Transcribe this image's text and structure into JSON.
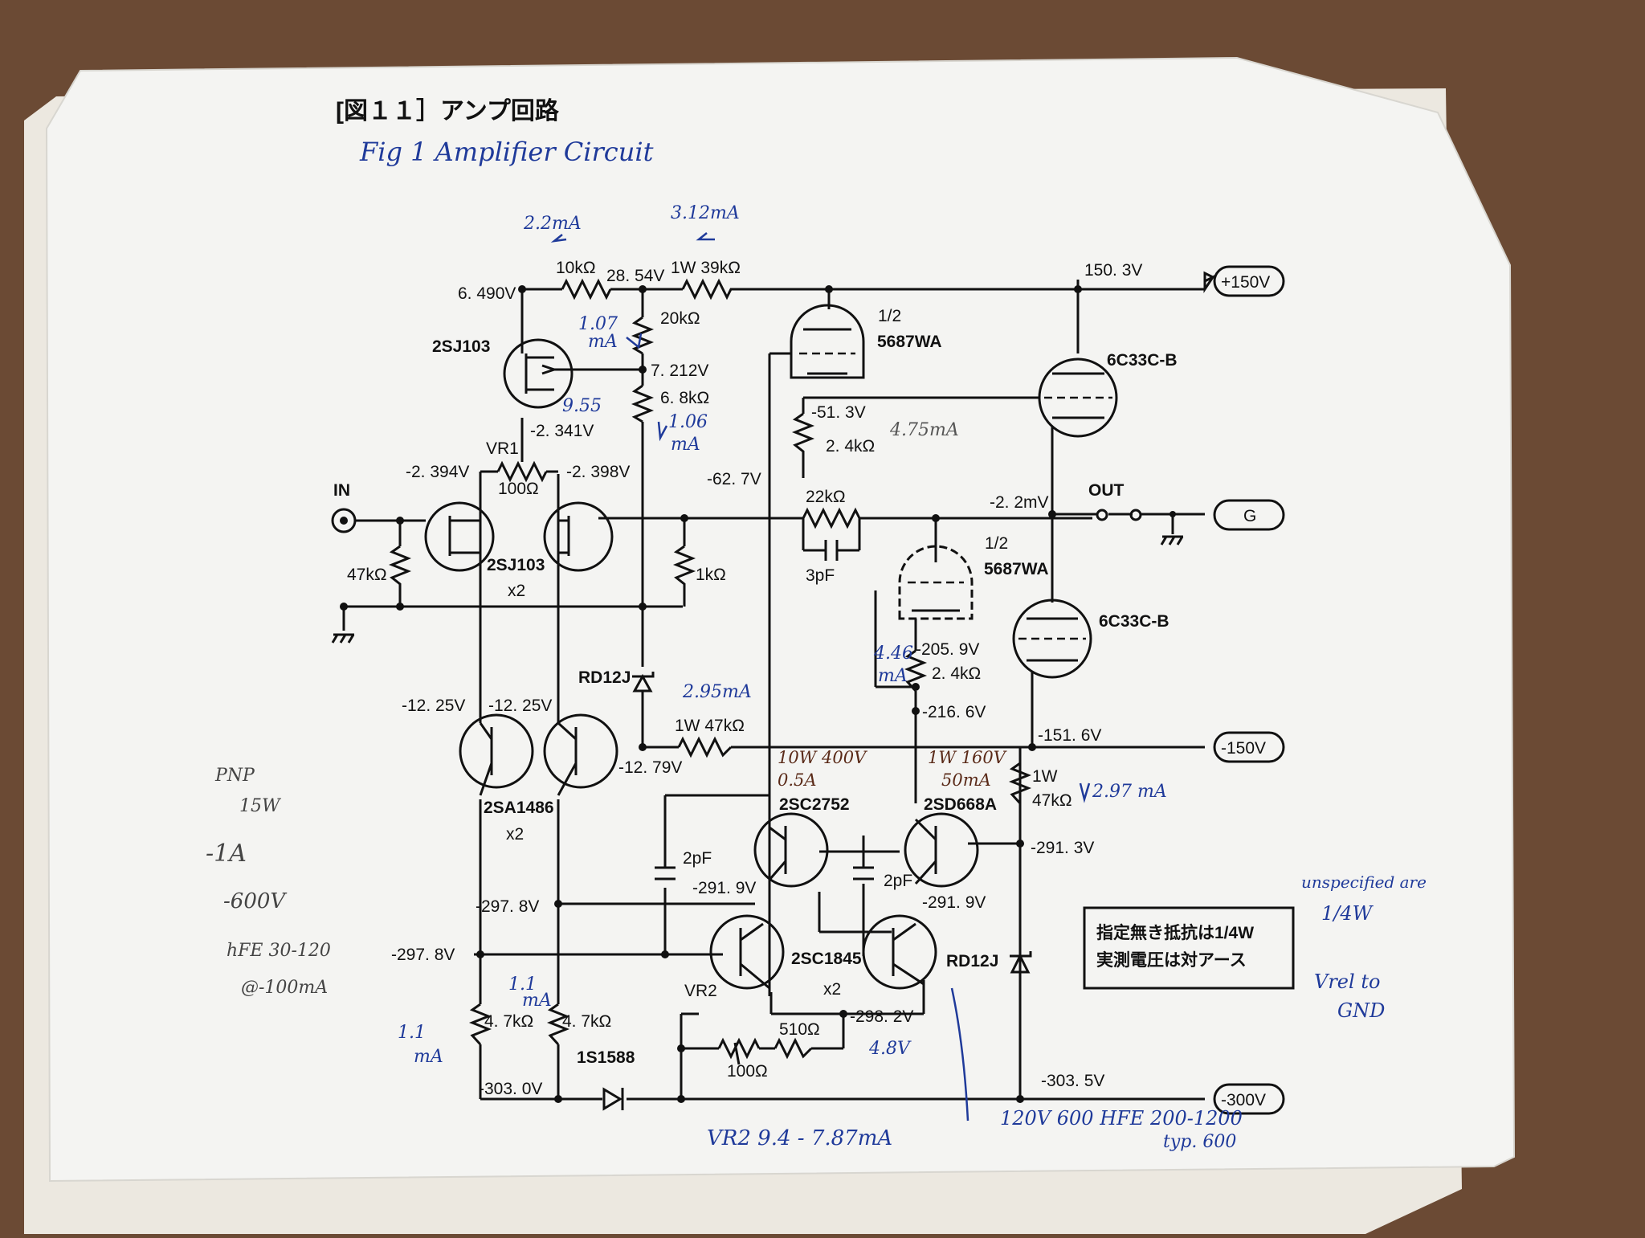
{
  "title": "[図１１］アンプ回路",
  "handwritten_title": "Fig 1 Amplifier Circuit",
  "rails": {
    "pos": "+150V",
    "neg": "-150V",
    "neg300": "-300V",
    "ground": "G"
  },
  "labels": {
    "in": "IN",
    "out": "OUT",
    "v_6490": "6. 490V",
    "v_2854": "28. 54V",
    "v_1503": "150. 3V",
    "r_10k": "10kΩ",
    "r_1w39k": "1W 39kΩ",
    "r_20k": "20kΩ",
    "q_2sj103_top": "2SJ103",
    "v_7212": "7. 212V",
    "r_68k": "6. 8kΩ",
    "v_2341": "-2. 341V",
    "vr1": "VR1",
    "v_2394": "-2. 394V",
    "v_2398": "-2. 398V",
    "r_100": "100Ω",
    "r_47k_in": "47kΩ",
    "q_2sj103_pair": "2SJ103",
    "x2_a": "x2",
    "r_1k": "1kΩ",
    "rd12j_left": "RD12J",
    "tube1_half": "1/2",
    "tube1_name": "5687WA",
    "v_513": "-51. 3V",
    "r_24k_top": "2. 4kΩ",
    "v_627": "-62. 7V",
    "tube2_name": "6C33C-B",
    "r_22k": "22kΩ",
    "c_3p": "3pF",
    "v_22m": "-2. 2mV",
    "tube3_half": "1/2",
    "tube3_name": "5687WA",
    "tube4_name": "6C33C-B",
    "v_2059": "-205. 9V",
    "r_24k_bot": "2. 4kΩ",
    "v_2166": "-216. 6V",
    "v_1516": "-151. 6V",
    "v_1225a": "-12. 25V",
    "v_1225b": "-12. 25V",
    "q_2sa1486": "2SA1486",
    "x2_b": "x2",
    "v_1279": "-12. 79V",
    "r_1w47k": "1W 47kΩ",
    "q_2sc2752": "2SC2752",
    "q_2sd668a": "2SD668A",
    "r_1w": "1W",
    "r_47k_r": "47kΩ",
    "v_2913": "-291. 3V",
    "c_2p_left": "2pF",
    "c_2p_mid": "2pF",
    "v_2919a": "-291. 9V",
    "v_2919b": "-291. 9V",
    "v_2978a": "-297. 8V",
    "v_2978b": "-297. 8V",
    "q_2sc1845": "2SC1845",
    "x2_c": "x2",
    "rd12j_right": "RD12J",
    "v_2982": "-298. 2V",
    "vr2": "VR2",
    "r_510": "510Ω",
    "r_100b": "100Ω",
    "r_47k_a": "4. 7kΩ",
    "r_47k_b": "4. 7kΩ",
    "d_1s1588": "1S1588",
    "v_3030": "-303. 0V",
    "v_3035": "-303. 5V",
    "note_line1": "指定無き抵抗は1/4W",
    "note_line2": "実測電圧は対アース"
  },
  "notes_hw": {
    "i_22": "2.2mA",
    "i_312": "3.12mA",
    "i_107": "1.07",
    "i_107b": "mA",
    "i_955": "9.55",
    "i_106": "1.06",
    "i_106b": "mA",
    "i_475": "4.75mA",
    "i_295": "2.95mA",
    "pnp1": "PNP",
    "pnp2": "15W",
    "pnp3": "-1A",
    "pnp4": "-600V",
    "pnp5": "hFE 30-120",
    "pnp6": "@-100mA",
    "q1a": "10W 400V",
    "q1b": "0.5A",
    "q2a": "1W 160V",
    "q2b": "50mA",
    "i_297": "2.97 mA",
    "i_446": "4.46",
    "i_446b": "mA",
    "i_11a": "1.1",
    "i_11ab": "mA",
    "i_11b": "1.1",
    "i_11bb": "mA",
    "i_48": "4.8V",
    "vr2note": "VR2 9.4 - 7.87mA",
    "bottom1": "120V 600 HFE 200-1200",
    "bottom2": "typ. 600",
    "right1": "unspecified are",
    "right2": "1/4W",
    "right3": "Vrel to",
    "right4": "GND"
  }
}
